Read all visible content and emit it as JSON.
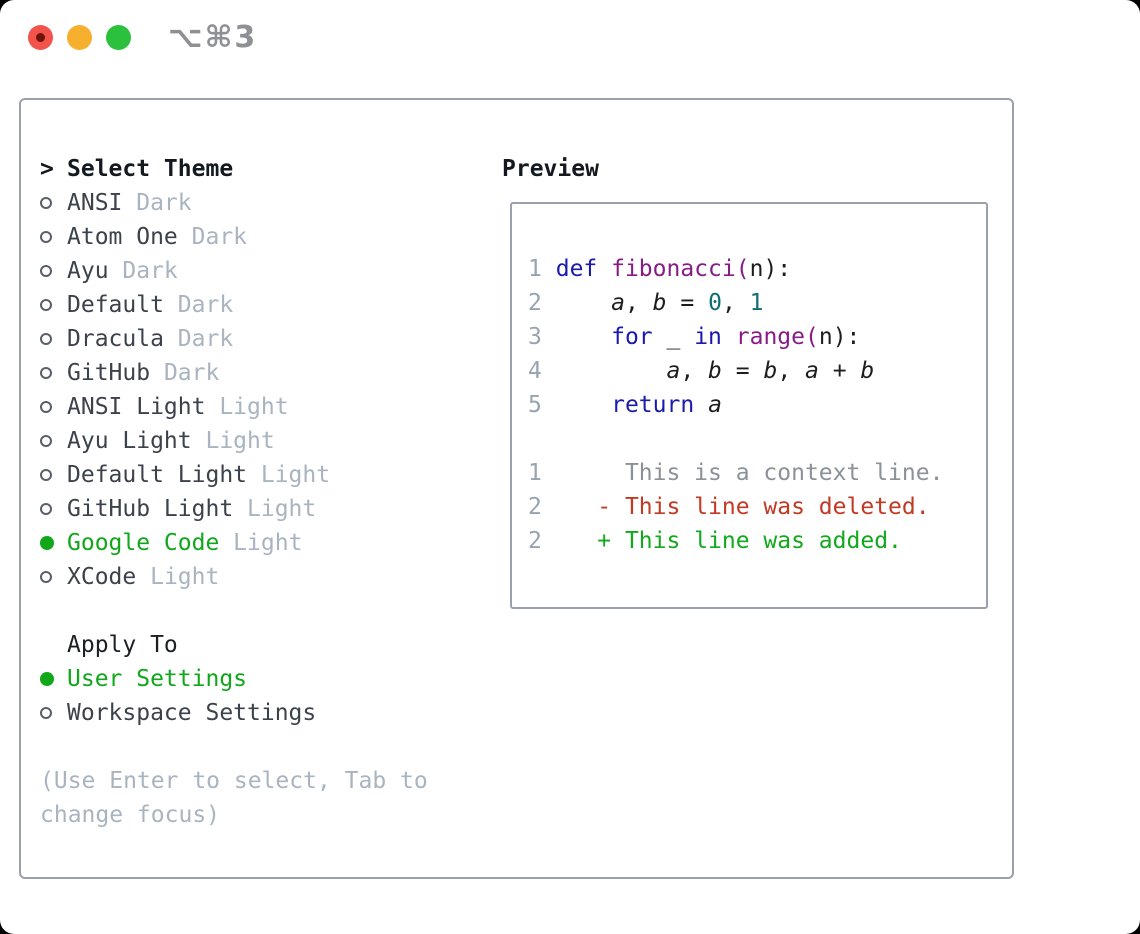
{
  "window": {
    "title": "⌥⌘3"
  },
  "titlebar": {
    "buttons": [
      {
        "name": "close"
      },
      {
        "name": "minimize"
      },
      {
        "name": "maximize"
      }
    ]
  },
  "theme_panel": {
    "header": {
      "cursor": ">",
      "label": "Select Theme"
    },
    "items": [
      {
        "name": "ANSI",
        "variant": "Dark",
        "selected": false
      },
      {
        "name": "Atom One",
        "variant": "Dark",
        "selected": false
      },
      {
        "name": "Ayu",
        "variant": "Dark",
        "selected": false
      },
      {
        "name": "Default",
        "variant": "Dark",
        "selected": false
      },
      {
        "name": "Dracula",
        "variant": "Dark",
        "selected": false
      },
      {
        "name": "GitHub",
        "variant": "Dark",
        "selected": false
      },
      {
        "name": "ANSI Light",
        "variant": "Light",
        "selected": false
      },
      {
        "name": "Ayu Light",
        "variant": "Light",
        "selected": false
      },
      {
        "name": "Default Light",
        "variant": "Light",
        "selected": false
      },
      {
        "name": "GitHub Light",
        "variant": "Light",
        "selected": false
      },
      {
        "name": "Google Code",
        "variant": "Light",
        "selected": true
      },
      {
        "name": "XCode",
        "variant": "Light",
        "selected": false
      }
    ],
    "apply_to": {
      "label": "Apply To",
      "options": [
        {
          "label": "User Settings",
          "selected": true
        },
        {
          "label": "Workspace Settings",
          "selected": false
        }
      ]
    },
    "help": [
      "(Use Enter to select, Tab to",
      "change focus)"
    ]
  },
  "preview": {
    "label": "Preview",
    "lines": [
      {
        "num": "1",
        "tokens": [
          {
            "c": "pl",
            "t": " "
          },
          {
            "c": "kw",
            "t": "def "
          },
          {
            "c": "fn",
            "t": "fibonacci("
          },
          {
            "c": "pl",
            "t": "n):"
          }
        ]
      },
      {
        "num": "2",
        "tokens": [
          {
            "c": "pl",
            "t": "     "
          },
          {
            "c": "var",
            "t": "a"
          },
          {
            "c": "pl",
            "t": ", "
          },
          {
            "c": "var",
            "t": "b"
          },
          {
            "c": "pl",
            "t": " = "
          },
          {
            "c": "lit",
            "t": "0"
          },
          {
            "c": "pl",
            "t": ", "
          },
          {
            "c": "lit",
            "t": "1"
          }
        ]
      },
      {
        "num": "3",
        "tokens": [
          {
            "c": "pl",
            "t": "     "
          },
          {
            "c": "kw",
            "t": "for"
          },
          {
            "c": "pl",
            "t": " _ "
          },
          {
            "c": "kw",
            "t": "in"
          },
          {
            "c": "pl",
            "t": " "
          },
          {
            "c": "fn",
            "t": "range("
          },
          {
            "c": "pl",
            "t": "n):"
          }
        ]
      },
      {
        "num": "4",
        "tokens": [
          {
            "c": "pl",
            "t": "         "
          },
          {
            "c": "var",
            "t": "a"
          },
          {
            "c": "pl",
            "t": ", "
          },
          {
            "c": "var",
            "t": "b"
          },
          {
            "c": "pl",
            "t": " = "
          },
          {
            "c": "var",
            "t": "b"
          },
          {
            "c": "pl",
            "t": ", "
          },
          {
            "c": "var",
            "t": "a"
          },
          {
            "c": "pl",
            "t": " + "
          },
          {
            "c": "var",
            "t": "b"
          }
        ]
      },
      {
        "num": "5",
        "tokens": [
          {
            "c": "pl",
            "t": "     "
          },
          {
            "c": "kw",
            "t": "return"
          },
          {
            "c": "pl",
            "t": " "
          },
          {
            "c": "var",
            "t": "a"
          }
        ]
      },
      {
        "num": "",
        "tokens": []
      },
      {
        "num": "1",
        "tokens": [
          {
            "c": "ctx",
            "t": "      This is a context line."
          }
        ]
      },
      {
        "num": "2",
        "tokens": [
          {
            "c": "pl",
            "t": "    "
          },
          {
            "c": "del",
            "t": "- This line was deleted."
          }
        ]
      },
      {
        "num": "2",
        "tokens": [
          {
            "c": "pl",
            "t": "    "
          },
          {
            "c": "add",
            "t": "+ This line was added."
          }
        ]
      }
    ]
  },
  "colors": {
    "accent_green": "#10a71b",
    "deleted_red": "#c03a24",
    "added_green": "#12a91c",
    "keyword_blue": "#1a1aae",
    "function_purple": "#871c87",
    "literal_teal": "#0d6e74",
    "line_number_gray": "#97a3b1",
    "context_gray": "#8b9199",
    "muted_gray": "#a9b4c0",
    "panel_border": "#9aa1ad",
    "traffic_red": "#f2544c",
    "traffic_yellow": "#f6b02e",
    "traffic_green": "#2cc13c"
  }
}
